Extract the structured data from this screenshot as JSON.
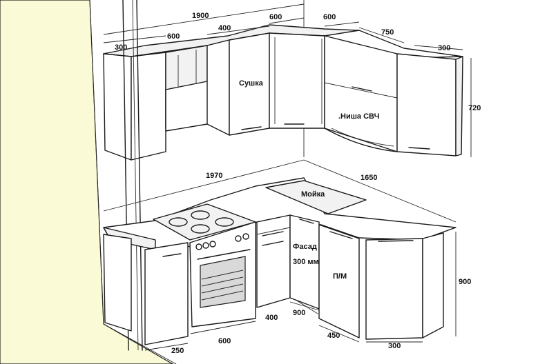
{
  "colors": {
    "wall": "#fafad6",
    "line": "#1a1a1a",
    "panel": "#ffffff",
    "shade": "#f2f2f2"
  },
  "labels": {
    "dryer": "Сушка",
    "microwave_niche": ".Ниша СВЧ",
    "sink": "Мойка",
    "facade": "Фасад",
    "facade_size": "300 мм",
    "dishwasher": "П/М"
  },
  "dimensions": {
    "top_total": "1900",
    "top_left_depth": "300",
    "top_600_a": "600",
    "top_400": "400",
    "top_600_b": "600",
    "top_600_c": "600",
    "top_750": "750",
    "top_300_right": "300",
    "upper_height": "720",
    "base_left_total": "1970",
    "base_right_total": "1650",
    "base_height": "900",
    "base_400": "400",
    "base_900": "900",
    "base_600": "600",
    "base_250": "250",
    "base_450": "450",
    "base_300": "300"
  }
}
